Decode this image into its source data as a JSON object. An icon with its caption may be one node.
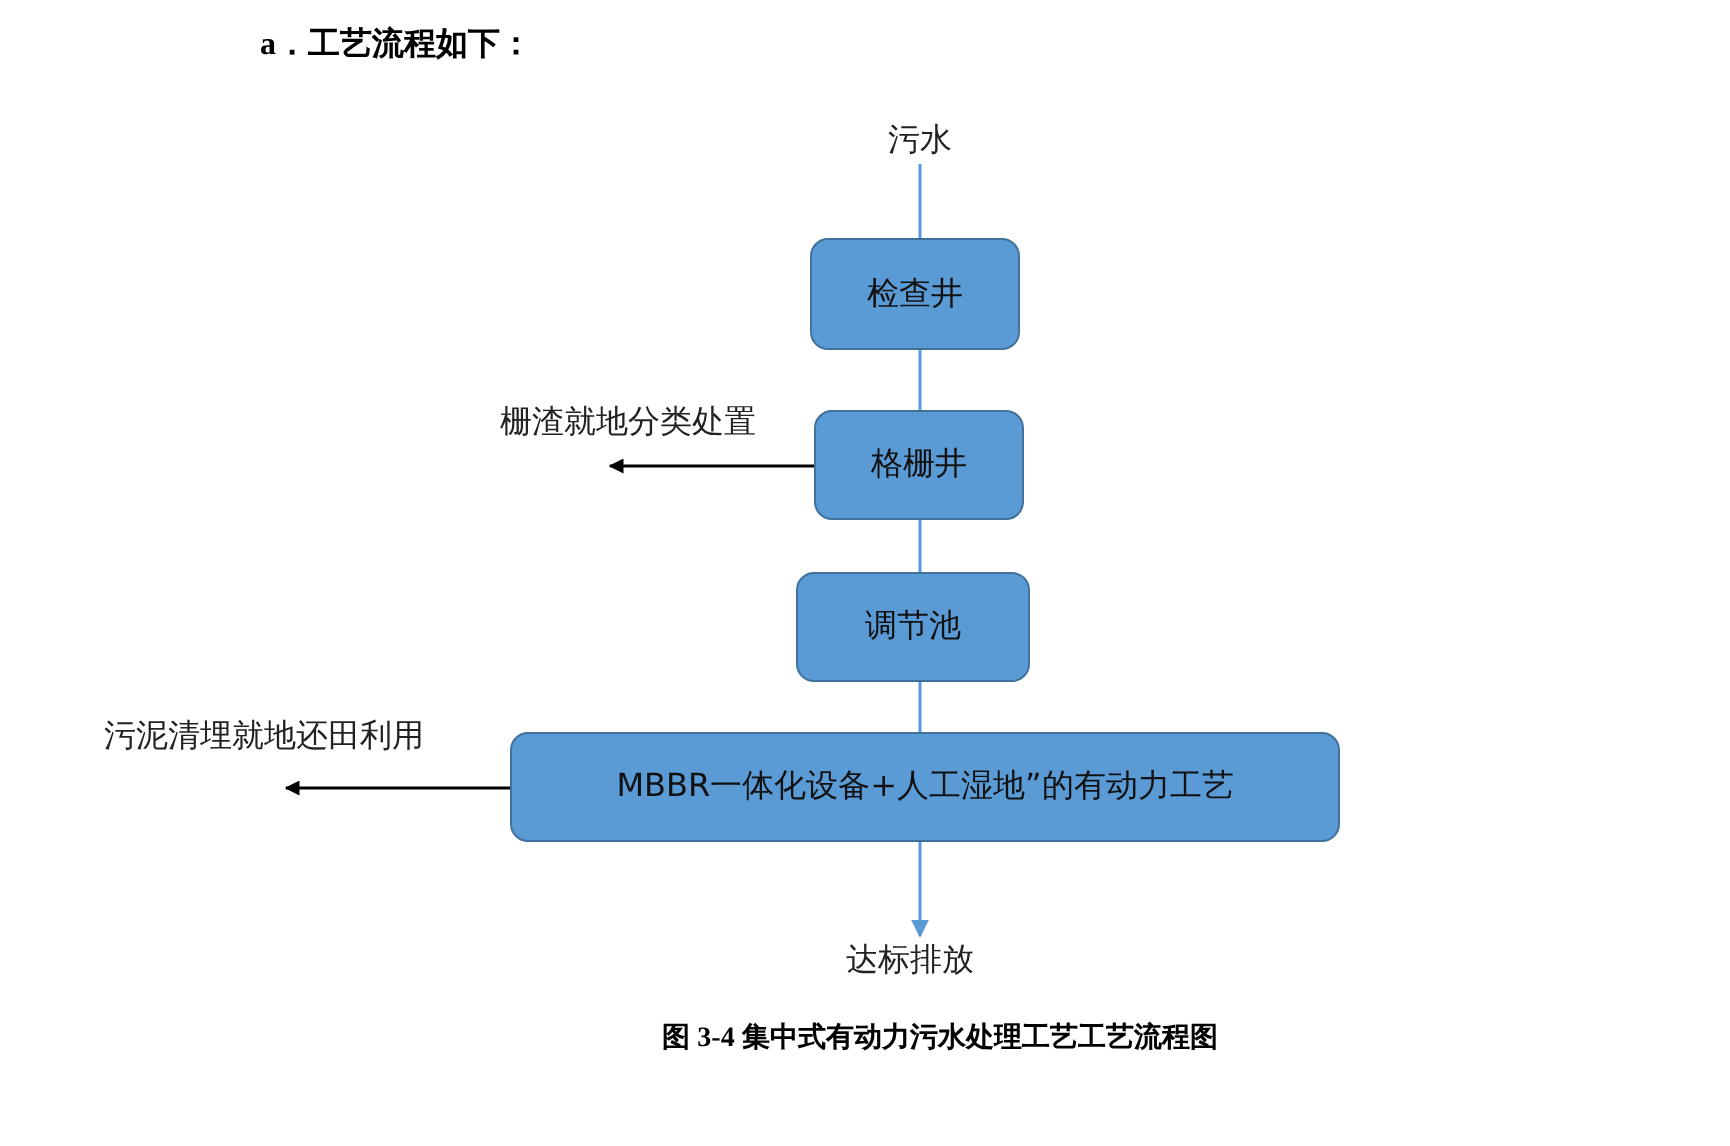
{
  "diagram": {
    "title": "a．工艺流程如下：",
    "caption": "图 3-4 集中式有动力污水处理工艺工艺流程图",
    "nodes": [
      {
        "text": [
          "污水"
        ]
      },
      {
        "text": [
          "检查井"
        ]
      },
      {
        "text": [
          "格栅井"
        ]
      },
      {
        "text": [
          "调节池"
        ]
      },
      {
        "text": [
          "MBBR一体化设备+人工湿地”的有动力工艺"
        ]
      },
      {
        "text": [
          "达标排放"
        ]
      }
    ],
    "edges": [
      {
        "from": 0,
        "to": 1,
        "arrow": "none"
      },
      {
        "from": 1,
        "to": 2,
        "arrow": "none"
      },
      {
        "from": 2,
        "to": 3,
        "arrow": "none"
      },
      {
        "from": 3,
        "to": 4,
        "arrow": "none"
      },
      {
        "from": 4,
        "to": 5,
        "arrow": "to"
      },
      {
        "from": 2,
        "to": null,
        "arrow": "to",
        "label": "栅渣就地分类处置",
        "color": "#000000"
      },
      {
        "from": 4,
        "to": null,
        "arrow": "to",
        "label": "污泥清埋就地还田利用",
        "color": "#000000"
      }
    ]
  }
}
